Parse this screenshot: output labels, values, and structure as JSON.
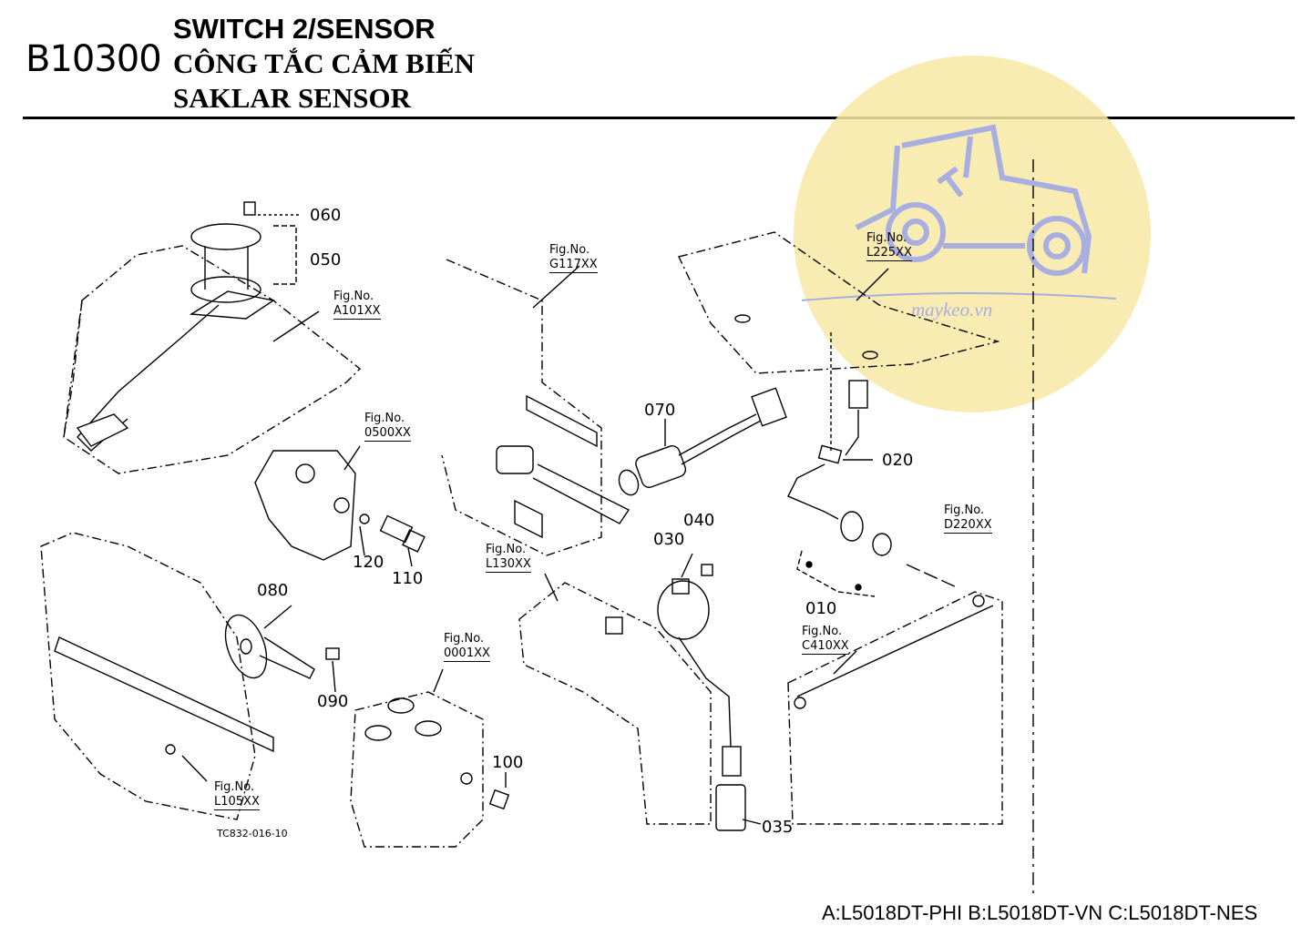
{
  "header": {
    "section_code": "B10300",
    "title_en": "SWITCH 2/SENSOR",
    "title_vi": "CÔNG TẮC CẢM BIẾN",
    "title_tr": "SAKLAR SENSOR"
  },
  "callouts": {
    "p010": "010",
    "p020": "020",
    "p030": "030",
    "p035": "035",
    "p040": "040",
    "p050": "050",
    "p060": "060",
    "p070": "070",
    "p080": "080",
    "p090": "090",
    "p100": "100",
    "p110": "110",
    "p120": "120"
  },
  "fig_refs": {
    "a101": {
      "label": "Fig.No.",
      "code": "A101XX"
    },
    "f0500": {
      "label": "Fig.No.",
      "code": "0500XX"
    },
    "g117": {
      "label": "Fig.No.",
      "code": "G117XX"
    },
    "l225": {
      "label": "Fig.No.",
      "code": "L225XX"
    },
    "l130": {
      "label": "Fig.No.",
      "code": "L130XX"
    },
    "d220": {
      "label": "Fig.No.",
      "code": "D220XX"
    },
    "c410": {
      "label": "Fig.No.",
      "code": "C410XX"
    },
    "f0001": {
      "label": "Fig.No.",
      "code": "0001XX"
    },
    "l105": {
      "label": "Fig.No.",
      "code": "L105XX"
    }
  },
  "drawing_code": "TC832-016-10",
  "footer": "A:L5018DT-PHI B:L5018DT-VN C:L5018DT-NES",
  "watermark": {
    "text": "maykeo.vn",
    "icon": "tractor-logo-icon",
    "color": "#f7e9a4",
    "line_color": "#a9aee0"
  }
}
